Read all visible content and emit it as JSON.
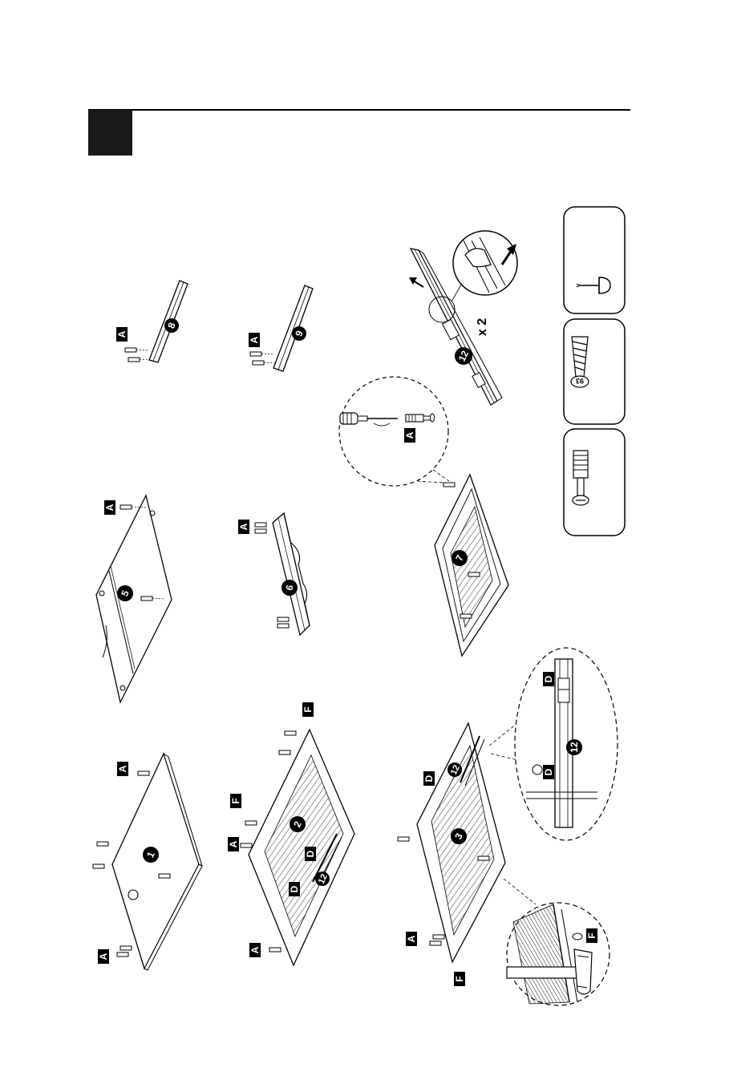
{
  "parts": {
    "p1": "1",
    "p2": "2",
    "p3": "3",
    "p5": "5",
    "p6": "6",
    "p7": "7",
    "p8": "8",
    "p9": "9",
    "p12": "12"
  },
  "hardware": {
    "a": "A",
    "d": "D",
    "f": "F"
  },
  "slide_qty": "x 2",
  "screw_mark": "93",
  "colors": {
    "ink": "#000000",
    "paper": "#ffffff",
    "step_block": "#1a1a1a"
  },
  "icons": {
    "cam_bolt": "cam-bolt-icon",
    "wood_screw": "wood-screw-icon",
    "glide_nail": "nail-glide-icon",
    "hammer": "hammer-icon",
    "screwdriver": "screwdriver-icon"
  }
}
